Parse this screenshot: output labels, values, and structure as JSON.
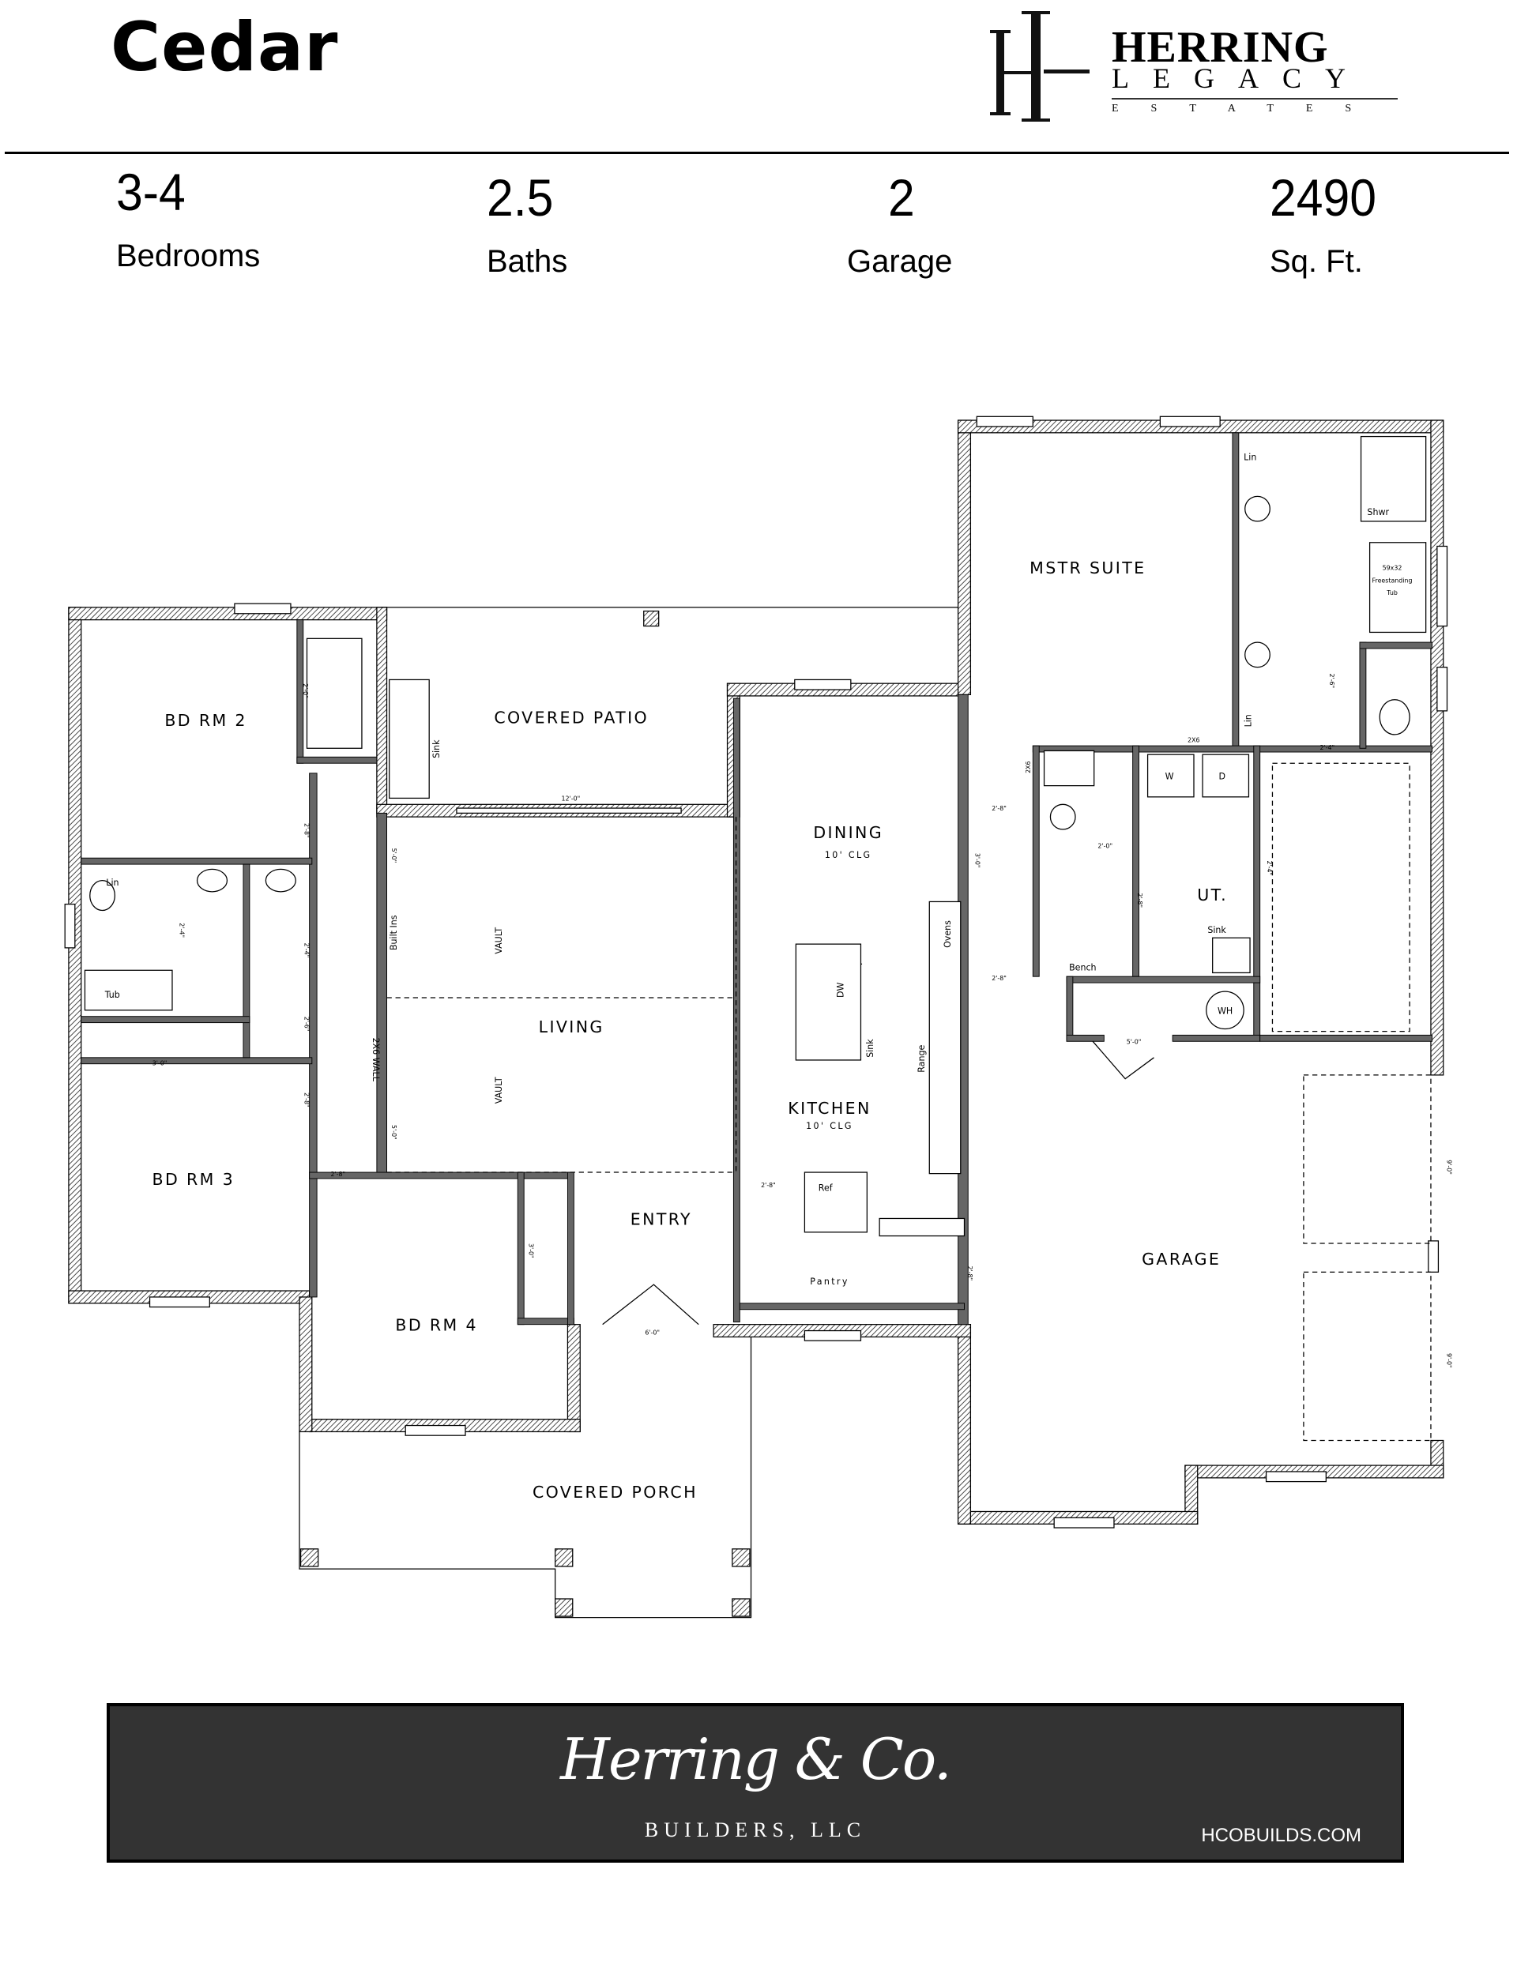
{
  "header": {
    "plan_name": "Cedar",
    "logo": {
      "line1": "HERRING",
      "line2": "LEGACY",
      "line3": "ESTATES"
    }
  },
  "stats": [
    {
      "value": "3-4",
      "label": "Bedrooms"
    },
    {
      "value": "2.5",
      "label": "Baths"
    },
    {
      "value": "2",
      "label": "Garage"
    },
    {
      "value": "2490",
      "label": "Sq. Ft."
    }
  ],
  "floor_plan": {
    "rooms": {
      "bd_rm_2": "BD RM 2",
      "covered_patio": "COVERED PATIO",
      "mstr_suite": "MSTR SUITE",
      "dining": "DINING",
      "dining_clg": "10' CLG",
      "living": "LIVING",
      "kitchen": "KITCHEN",
      "kitchen_clg": "10' CLG",
      "ut": "UT.",
      "bd_rm_3": "BD RM 3",
      "entry": "ENTRY",
      "garage": "GARAGE",
      "bd_rm_4": "BD RM 4",
      "covered_porch": "COVERED PORCH",
      "pantry": "Pantry"
    },
    "fixtures": {
      "lin_1": "Lin",
      "lin_2": "Lin",
      "lin_3": "Lin",
      "shwr": "Shwr",
      "tub_master_1": "59x32",
      "tub_master_2": "Freestanding",
      "tub_master_3": "Tub",
      "washer": "W",
      "dryer": "D",
      "ut_sink": "Sink",
      "bench": "Bench",
      "wh": "WH",
      "ref": "Ref",
      "range": "Range",
      "ovens": "Ovens",
      "dw": "DW",
      "kitchen_sink": "Sink",
      "patio_sink": "Sink",
      "built_ins": "Built Ins",
      "wall_2x6": "2X6 WALL",
      "vault_1": "VAULT",
      "vault_2": "VAULT",
      "tub": "Tub",
      "wall_2x6_a": "2X6",
      "wall_2x6_b": "2X6"
    },
    "dimensions": {
      "patio_opening": "12'-0\"",
      "entry_door": "6'-0\"",
      "garage_entry": "5'-0\"",
      "garage_door_1": "9'-0\"",
      "garage_door_2": "9'-0\"",
      "bd3_closet": "3'-0\"",
      "bd4_closet": "3'-0\"",
      "living_open_1": "5'-0\"",
      "living_open_2": "5'-0\"",
      "dining_open": "3'-0\"",
      "door_a": "2'-8\"",
      "door_b": "2'-8\"",
      "door_c": "2'-8\"",
      "door_d": "2'-8\"",
      "door_e": "2'-4\"",
      "door_f": "2'-4\"",
      "door_g": "2'-0\"",
      "door_h": "2'-6\"",
      "door_i": "2'-8\"",
      "door_j": "2'-8\"",
      "door_k": "2'-8\"",
      "door_l": "2'-4\"",
      "door_m": "2'-4\"",
      "door_n": "2'-8\"",
      "door_o": "2'-6\"",
      "door_p": "2'-0\""
    }
  },
  "footer": {
    "script_logo": "Herring & Co.",
    "builders": "BUILDERS, LLC",
    "url": "HCOBUILDS.COM"
  },
  "colors": {
    "footer_bg": "#333333",
    "wall": "#666666"
  }
}
